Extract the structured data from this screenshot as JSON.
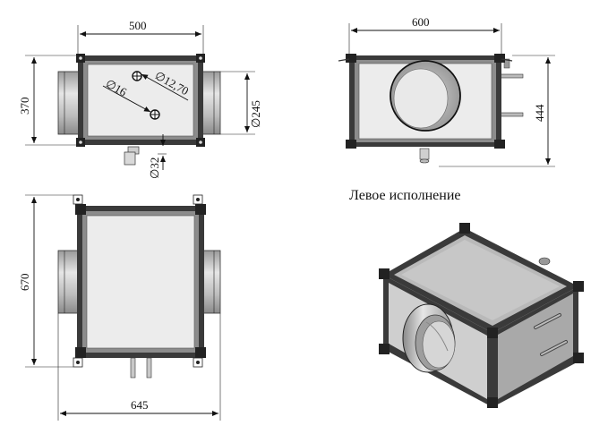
{
  "dimensions": {
    "top_width": "500",
    "top_height": "370",
    "pipe_diameter": "∅245",
    "diag_16": "∅16",
    "diag_1270": "∅12,70",
    "drain": "∅32",
    "right_width": "600",
    "right_height": "444",
    "bottom_height": "670",
    "bottom_width": "645"
  },
  "caption": "Левое исполнение",
  "colors": {
    "line": "#111111",
    "frame": "#3a3a3a",
    "panel": "#e8e8e8",
    "duct": "#b8b8b8",
    "iso_top": "#bdbdbd",
    "iso_front": "#cfcfcf",
    "iso_side": "#a9a9a9"
  }
}
